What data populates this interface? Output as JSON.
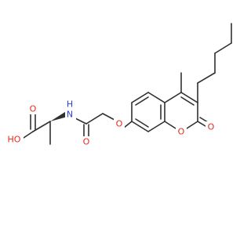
{
  "atoms": {
    "hydroxyl": "HO",
    "amide_nitrogen": "N",
    "amide_hydrogen": "H",
    "acid_carbonyl_oxygen": "O",
    "amide_carbonyl_oxygen": "O",
    "ether_oxygen": "O",
    "ring_oxygen": "O",
    "lactone_carbonyl_oxygen": "O"
  },
  "colors": {
    "bond": "#303030",
    "oxygen": "#e8291c",
    "nitrogen": "#2a3fd8"
  }
}
